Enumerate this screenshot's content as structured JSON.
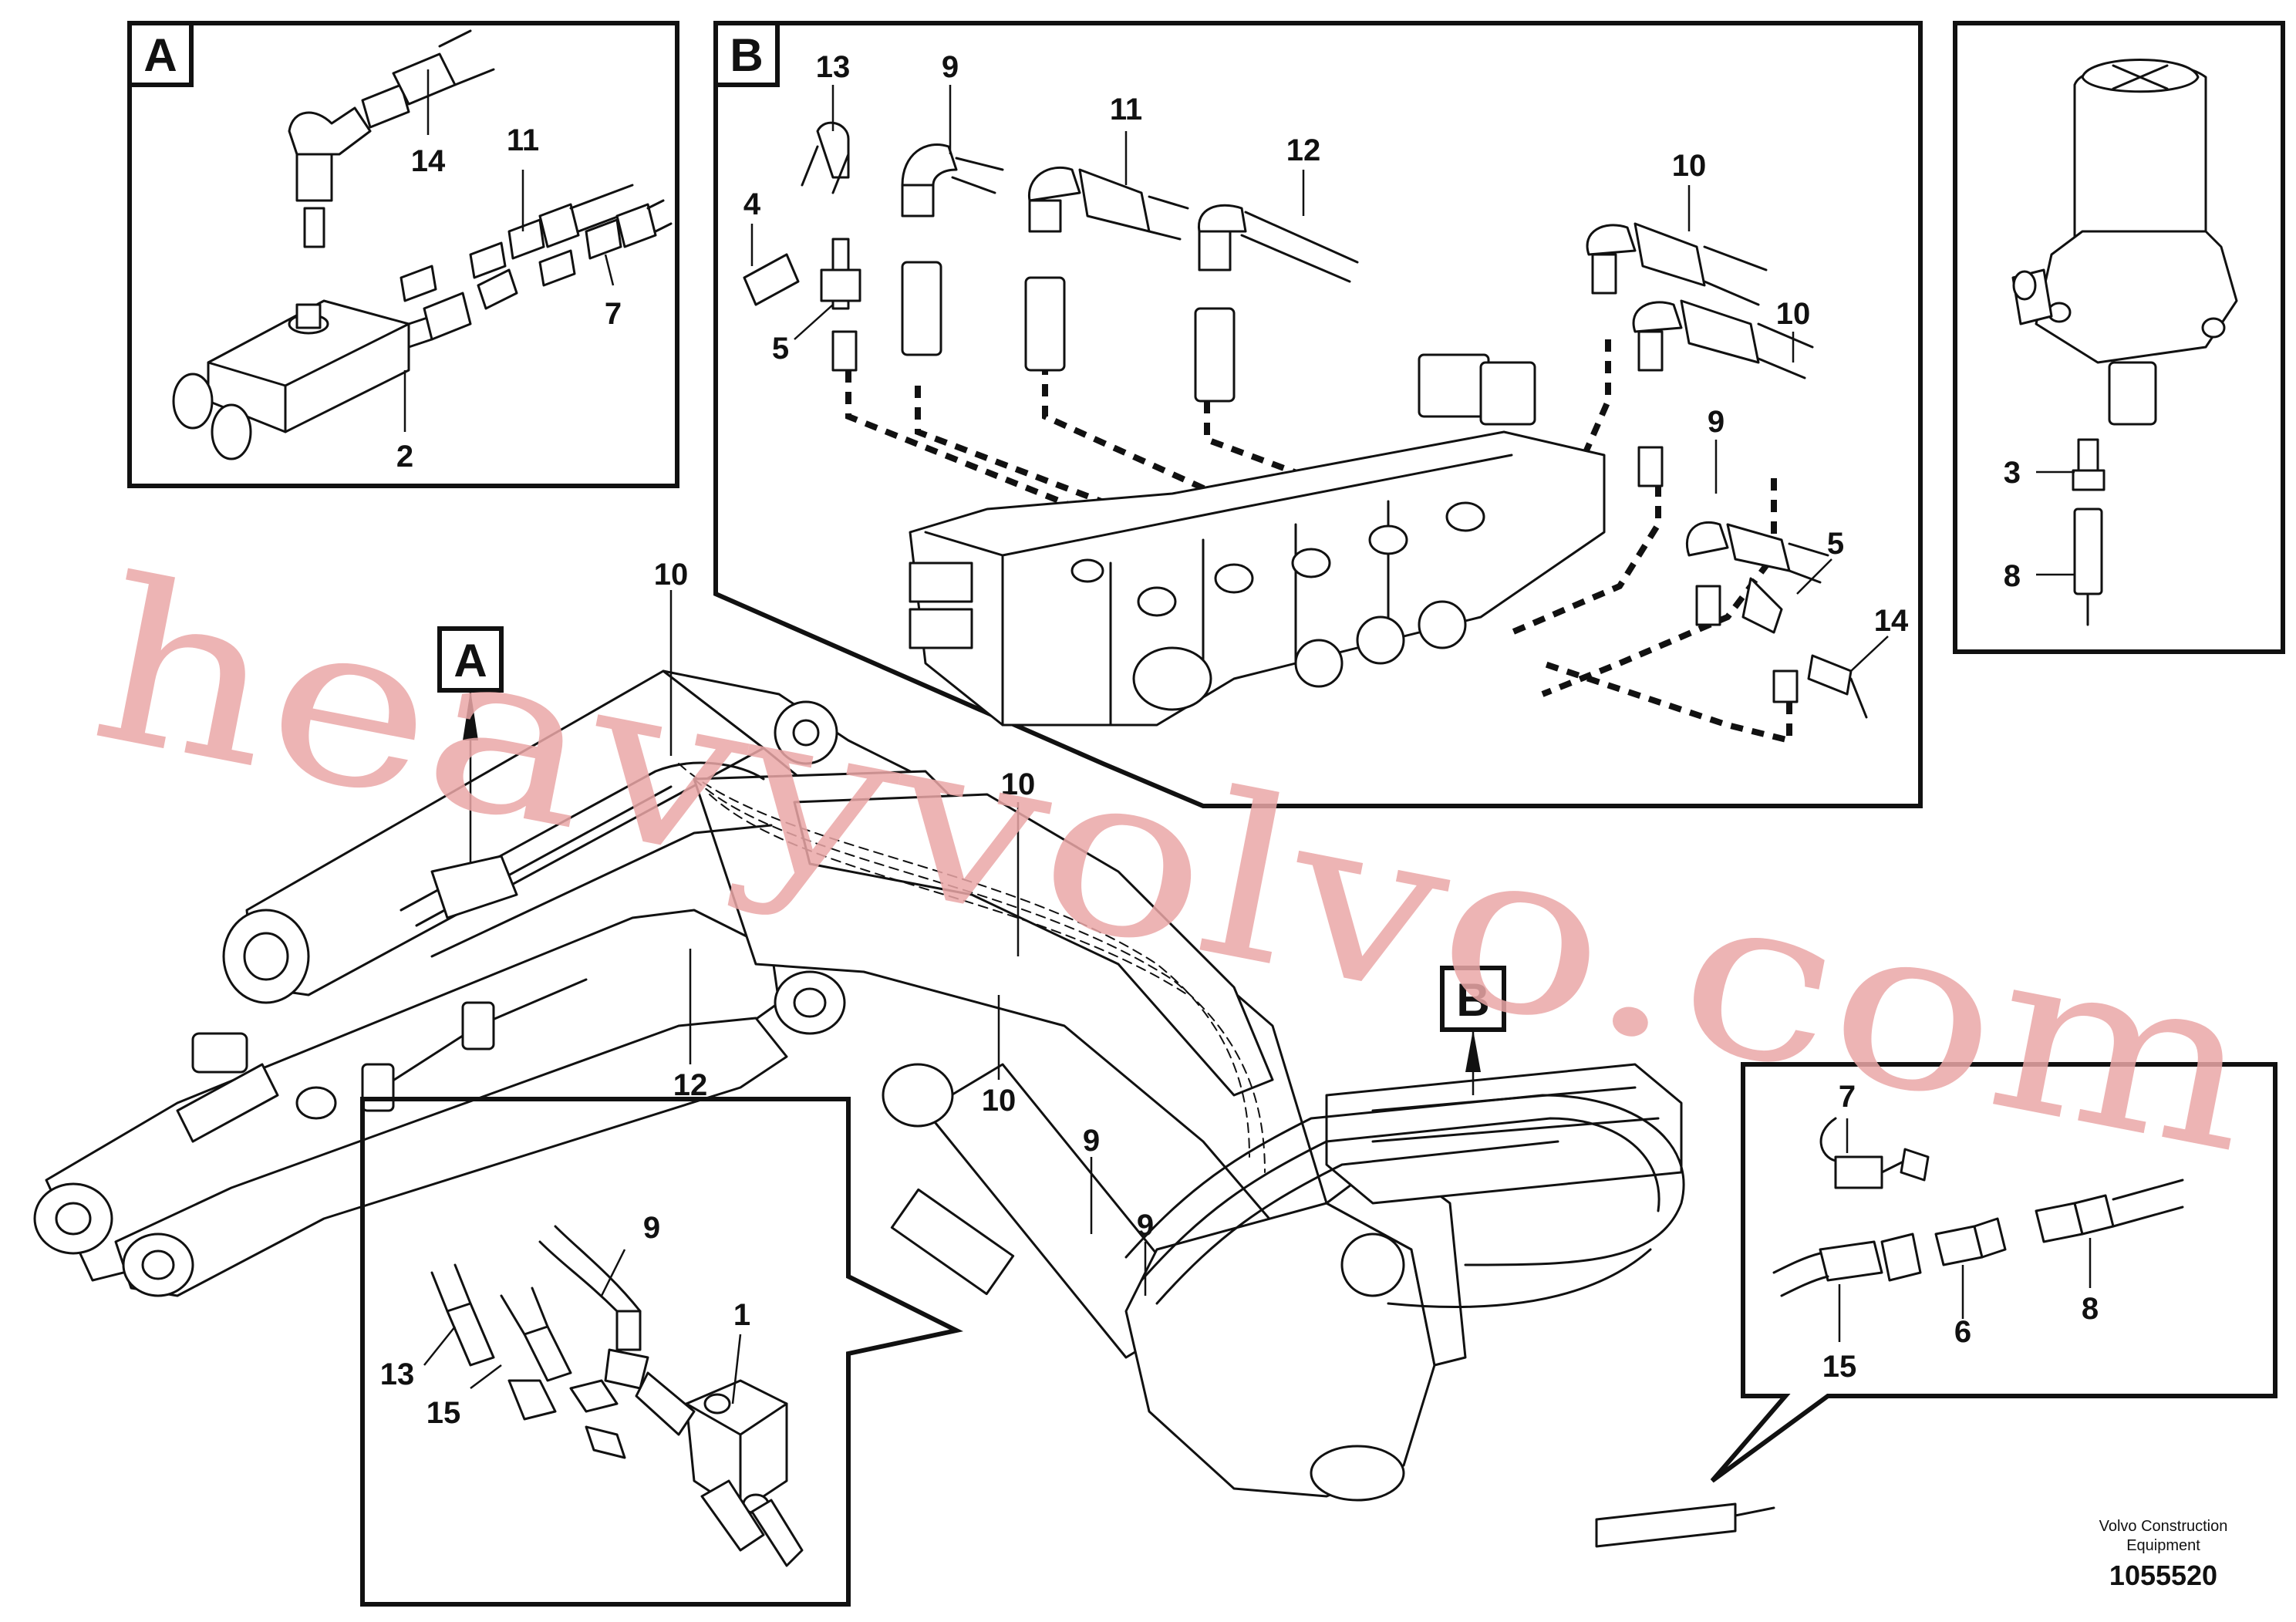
{
  "panels": {
    "A": {
      "letter": "A",
      "callouts": [
        "14",
        "11",
        "7",
        "2"
      ]
    },
    "B": {
      "letter": "B",
      "callouts": [
        "13",
        "9",
        "11",
        "12",
        "10",
        "10",
        "4",
        "5",
        "9",
        "5",
        "14"
      ]
    },
    "C": {
      "callouts": [
        "3",
        "8"
      ]
    },
    "D": {
      "callouts": [
        "9",
        "1",
        "13",
        "15"
      ]
    },
    "E": {
      "callouts": [
        "7",
        "15",
        "6",
        "8"
      ]
    }
  },
  "main": {
    "marker_a": "A",
    "marker_b": "B",
    "callouts": [
      "10",
      "10",
      "12",
      "10",
      "9",
      "9"
    ]
  },
  "watermark": "heavyvolvo.com",
  "footer": {
    "company_line1": "Volvo Construction",
    "company_line2": "Equipment",
    "drawing_number": "1055520"
  }
}
